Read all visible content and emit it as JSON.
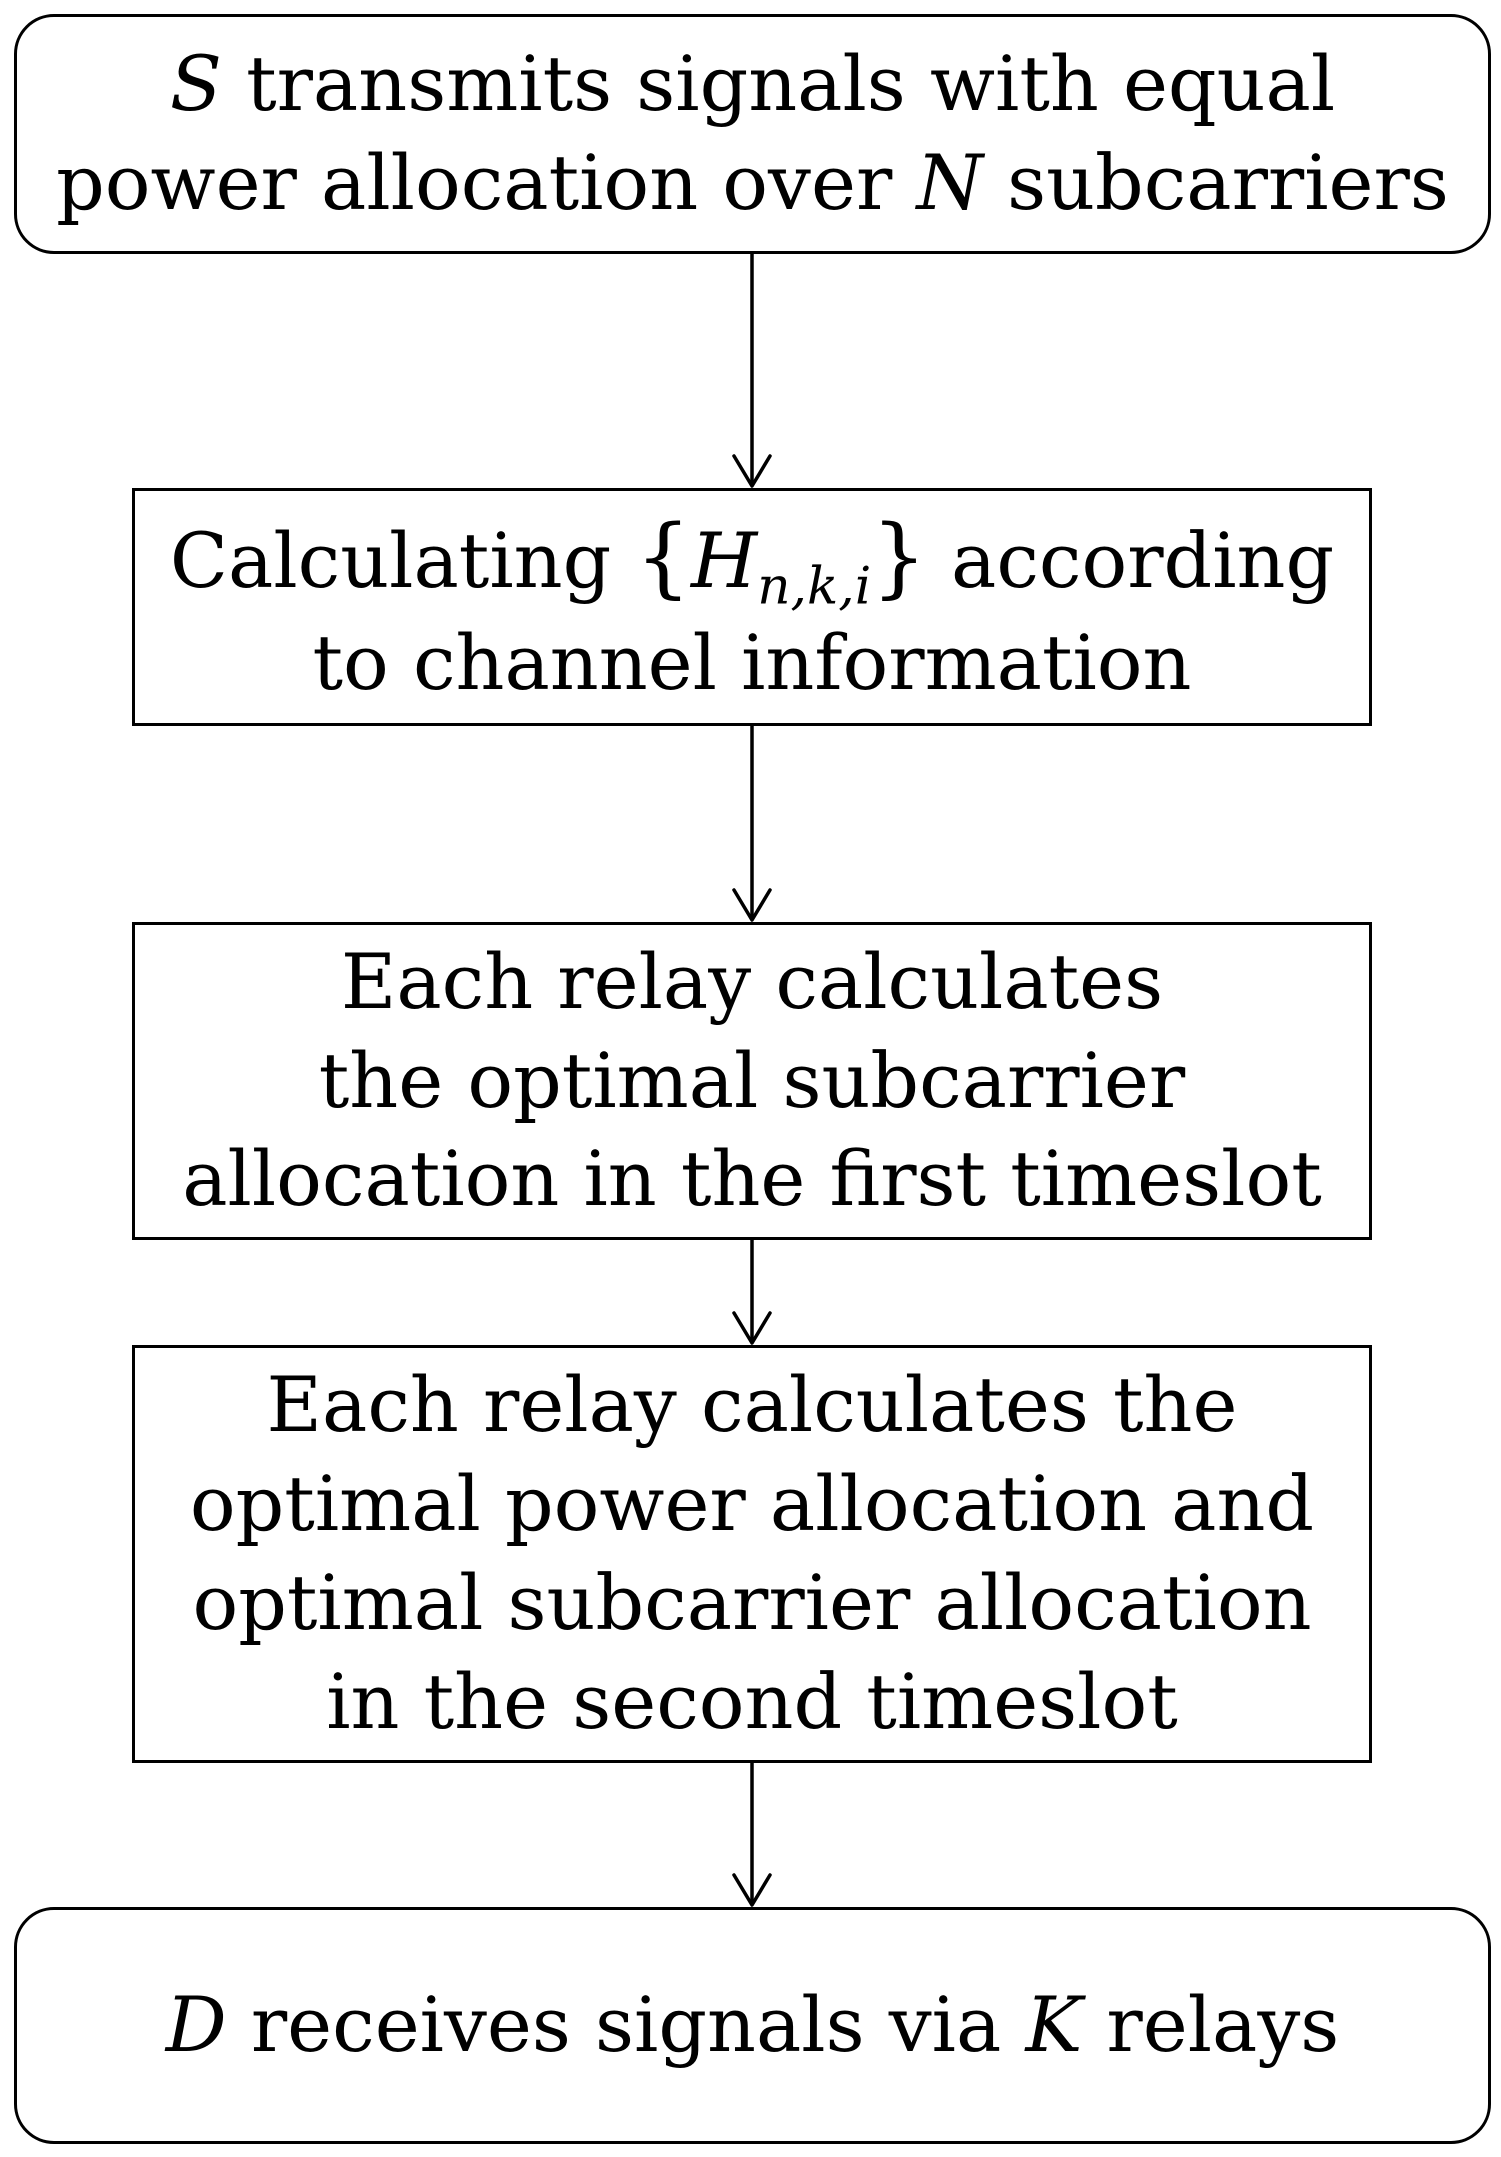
{
  "nodes": {
    "start": {
      "line1_var": "S",
      "line1_text": " transmits signals with equal",
      "line2_text_a": "power allocation over ",
      "line2_var": "N",
      "line2_text_b": " subcarriers"
    },
    "calc": {
      "line1_text": "Calculating ",
      "brace_open": "{",
      "symbol": "H",
      "subscript": "n,k,i",
      "brace_close": "}",
      "line1_text_b": " according",
      "line2_text": "to channel information"
    },
    "first": {
      "lines": [
        "Each relay calculates",
        "the optimal subcarrier",
        "allocation in the first timeslot"
      ]
    },
    "second": {
      "lines": [
        "Each relay calculates the",
        "optimal power allocation and",
        "optimal subcarrier allocation",
        "in the second timeslot"
      ]
    },
    "end": {
      "var_d": "D",
      "text_a": " receives signals via ",
      "var_k": "K",
      "text_b": " relays"
    }
  },
  "colors": {
    "stroke": "#000000",
    "background": "#ffffff"
  }
}
